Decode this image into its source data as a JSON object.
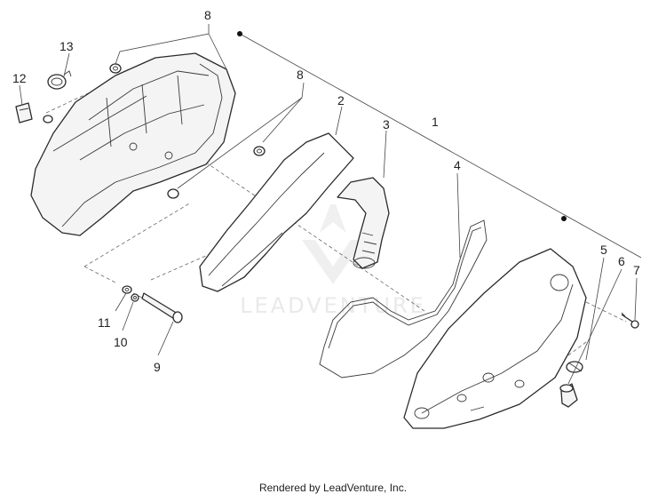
{
  "watermark": {
    "text": "LEADVENTURE"
  },
  "footer": {
    "text": "Rendered by LeadVenture, Inc."
  },
  "callouts": {
    "c1": "1",
    "c2": "2",
    "c3": "3",
    "c4": "4",
    "c5": "5",
    "c6": "6",
    "c7": "7",
    "c8a": "8",
    "c8b": "8",
    "c9": "9",
    "c10": "10",
    "c11": "11",
    "c12": "12",
    "c13": "13"
  }
}
